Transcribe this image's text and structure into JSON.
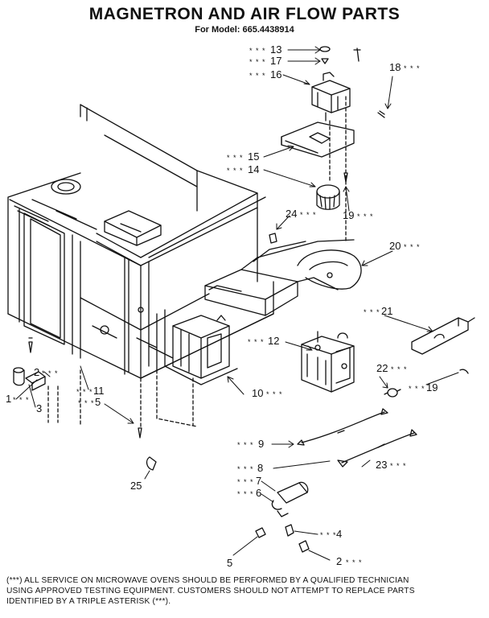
{
  "header": {
    "title": "MAGNETRON AND AIR FLOW PARTS",
    "model_line": "For Model: 665.4438914"
  },
  "callouts": [
    {
      "id": "c13",
      "number": "13",
      "marker": "* * *"
    },
    {
      "id": "c17",
      "number": "17",
      "marker": "* * *"
    },
    {
      "id": "c16",
      "number": "16",
      "marker": "* * *"
    },
    {
      "id": "c18",
      "number": "18",
      "marker": "* * *"
    },
    {
      "id": "c15",
      "number": "15",
      "marker": "* * *"
    },
    {
      "id": "c14",
      "number": "14",
      "marker": "* * *"
    },
    {
      "id": "c24",
      "number": "24",
      "marker": "* * *"
    },
    {
      "id": "c19a",
      "number": "19",
      "marker": "* * *"
    },
    {
      "id": "c20",
      "number": "20",
      "marker": "* * *"
    },
    {
      "id": "c21",
      "number": "21",
      "marker": "* * *"
    },
    {
      "id": "c12",
      "number": "12",
      "marker": "* * *"
    },
    {
      "id": "c22",
      "number": "22",
      "marker": "* * *"
    },
    {
      "id": "c19b",
      "number": "19",
      "marker": "* * *"
    },
    {
      "id": "c10",
      "number": "10",
      "marker": "* * *"
    },
    {
      "id": "c11",
      "number": "11",
      "marker": "* * *"
    },
    {
      "id": "c2a",
      "number": "2",
      "marker": "* * *"
    },
    {
      "id": "c1",
      "number": "1",
      "marker": "* * *"
    },
    {
      "id": "c3",
      "number": "3",
      "marker": ""
    },
    {
      "id": "c5a",
      "number": "5",
      "marker": "* * *"
    },
    {
      "id": "c9",
      "number": "9",
      "marker": "* * *"
    },
    {
      "id": "c8",
      "number": "8",
      "marker": "* * *"
    },
    {
      "id": "c23",
      "number": "23",
      "marker": "* * *"
    },
    {
      "id": "c7",
      "number": "7",
      "marker": "* * *"
    },
    {
      "id": "c6",
      "number": "6",
      "marker": "* * *"
    },
    {
      "id": "c25",
      "number": "25",
      "marker": ""
    },
    {
      "id": "c4",
      "number": "4",
      "marker": "* * *"
    },
    {
      "id": "c5b",
      "number": "5",
      "marker": ""
    },
    {
      "id": "c2b",
      "number": "2",
      "marker": "* * *"
    }
  ],
  "footer": {
    "line1": "(***) ALL SERVICE ON MICROWAVE OVENS SHOULD BE PERFORMED BY A QUALIFIED TECHNICIAN",
    "line2": "USING APPROVED TESTING EQUIPMENT. CUSTOMERS SHOULD NOT ATTEMPT TO REPLACE PARTS",
    "line3": "IDENTIFIED BY A TRIPLE ASTERISK (***)."
  }
}
